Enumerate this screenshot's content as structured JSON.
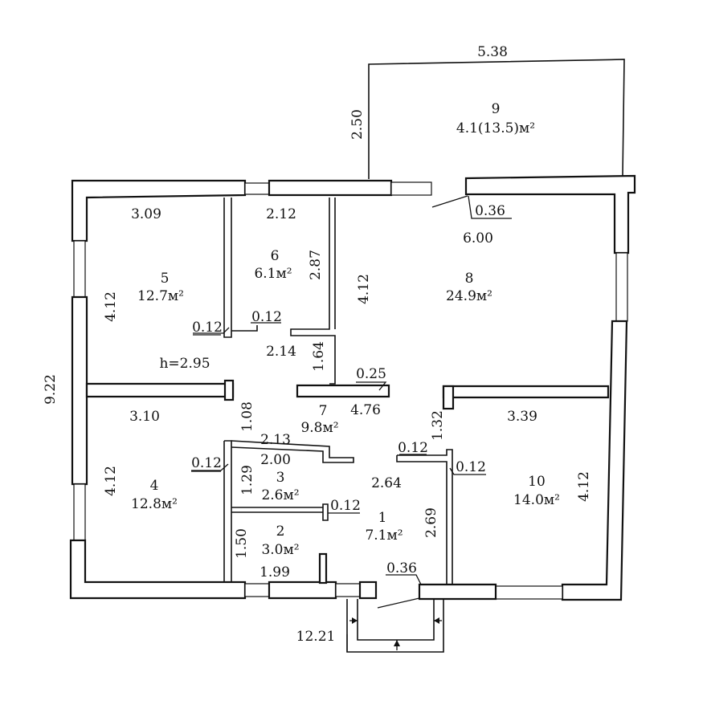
{
  "rooms": [
    {
      "number": "1",
      "area": "7.1м²"
    },
    {
      "number": "2",
      "area": "3.0м²"
    },
    {
      "number": "3",
      "area": "2.6м²"
    },
    {
      "number": "4",
      "area": "12.8м²"
    },
    {
      "number": "5",
      "area": "12.7м²"
    },
    {
      "number": "6",
      "area": "6.1м²"
    },
    {
      "number": "7",
      "area": "9.8м²"
    },
    {
      "number": "8",
      "area": "24.9м²"
    },
    {
      "number": "9",
      "area": "4.1(13.5)м²"
    },
    {
      "number": "10",
      "area": "14.0м²"
    }
  ],
  "ceiling_height": "h=2.95",
  "dimensions": {
    "terrace_width": "5.38",
    "terrace_depth": "2.50",
    "room5_width": "3.09",
    "room6_width": "2.12",
    "wall_top_right": "0.36",
    "room8_width": "6.00",
    "room6_depth": "2.87",
    "room5_depth": "4.12",
    "room8_depth": "4.12",
    "partition_l": "0.12",
    "partition_6": "0.12",
    "hall_width": "2.14",
    "hall_depth": "1.64",
    "overall_depth": "9.22",
    "partition_7": "0.25",
    "room4_width": "3.10",
    "hall_length": "4.76",
    "room10_width": "3.39",
    "gap_left": "1.08",
    "gap_right": "1.32",
    "room3_width_a": "2.13",
    "room3_width_b": "2.00",
    "partition_4": "0.12",
    "partition_r1": "0.12",
    "partition_r2": "0.12",
    "room3_depth": "1.29",
    "room1_width": "2.64",
    "room4_depth": "4.12",
    "room10_depth": "4.12",
    "partition_23": "0.12",
    "room1_depth": "2.69",
    "room2_depth": "1.50",
    "room2_width": "1.99",
    "wall_bottom": "0.36",
    "overall_width": "12.21"
  }
}
